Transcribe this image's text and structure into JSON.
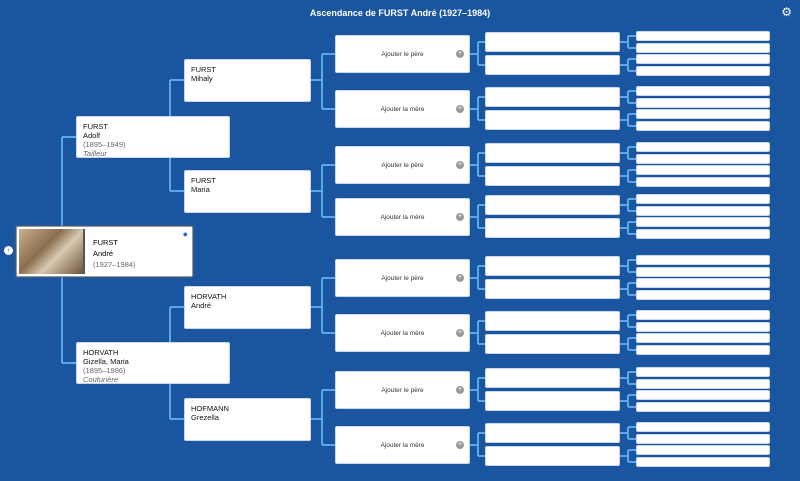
{
  "header": {
    "title": "Ascendance de FURST André (1927–1984)",
    "settings_icon": "gear-icon"
  },
  "root": {
    "surname": "FURST",
    "given": "André",
    "dates": "(1927–1984)"
  },
  "gen1": [
    {
      "surname": "FURST",
      "given": "Adolf",
      "dates": "(1895–1949)",
      "occupation": "Tailleur"
    },
    {
      "surname": "HORVATH",
      "given": "Gizella, Maria",
      "dates": "(1895–1986)",
      "occupation": "Couturière"
    }
  ],
  "gen2": [
    {
      "surname": "FURST",
      "given": "Mihaly"
    },
    {
      "surname": "FURST",
      "given": "Maria"
    },
    {
      "surname": "HORVATH",
      "given": "André"
    },
    {
      "surname": "HOFMANN",
      "given": "Grezella"
    }
  ],
  "labels": {
    "add_father": "Ajouter le père",
    "add_mother": "Ajouter la mère",
    "plus": "+"
  }
}
